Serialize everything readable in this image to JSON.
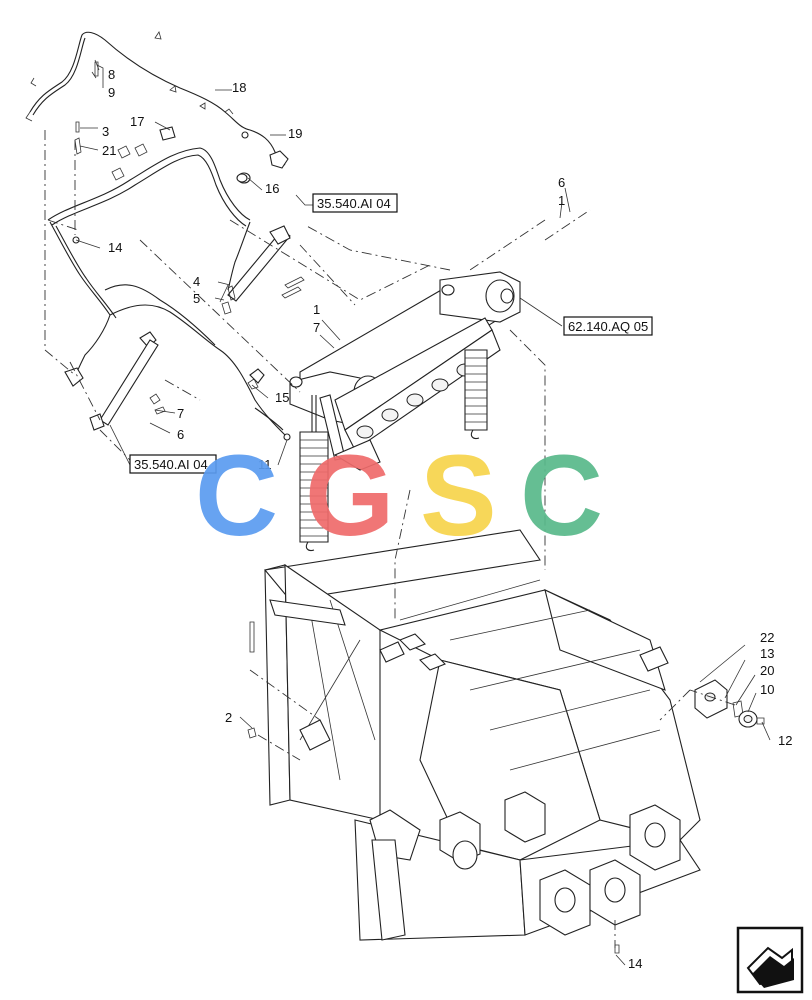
{
  "callouts": {
    "c1a": "1",
    "c1b": "1",
    "c2": "2",
    "c3": "3",
    "c4": "4",
    "c5": "5",
    "c6a": "6",
    "c6b": "6",
    "c7a": "7",
    "c7b": "7",
    "c8": "8",
    "c9": "9",
    "c10": "10",
    "c11": "11",
    "c12": "12",
    "c13": "13",
    "c14a": "14",
    "c14b": "14",
    "c15": "15",
    "c16": "16",
    "c17": "17",
    "c18": "18",
    "c19": "19",
    "c20": "20",
    "c21": "21",
    "c22": "22"
  },
  "references": {
    "ref_top": "35.540.AI 04",
    "ref_left": "35.540.AI 04",
    "ref_right": "62.140.AQ 05"
  },
  "watermark": {
    "letters": [
      "C",
      "G",
      "S",
      "C"
    ],
    "colors": [
      "#5b9cf0",
      "#ef6b6b",
      "#f7d44c",
      "#58b98a"
    ]
  },
  "nav_icon": "next-page-arrow-icon"
}
